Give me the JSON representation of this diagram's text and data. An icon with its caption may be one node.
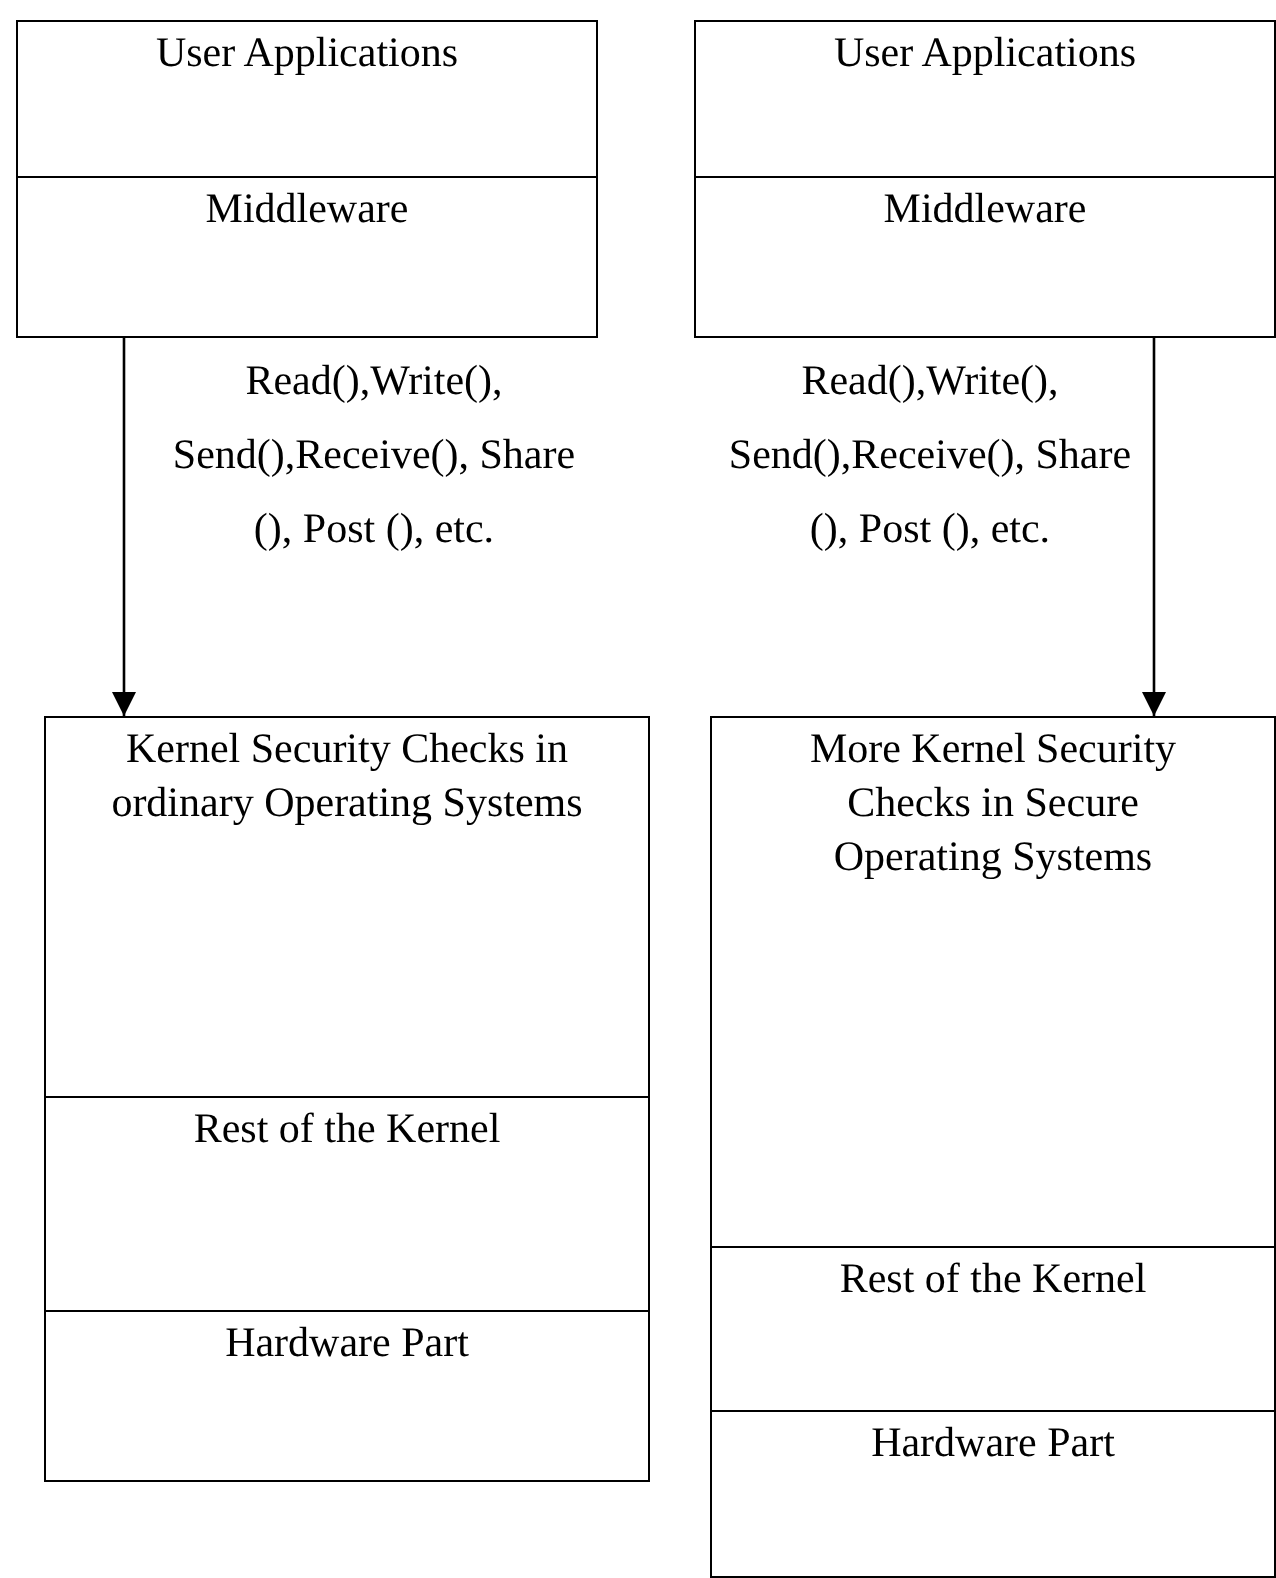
{
  "diagram": {
    "nodes": [
      {
        "text": [
          "User Applications"
        ]
      },
      {
        "text": [
          "Middleware"
        ]
      },
      {
        "text": [
          "Kernel Security Checks in ordinary Operating Systems"
        ]
      },
      {
        "text": [
          "Rest of the Kernel"
        ]
      },
      {
        "text": [
          "Hardware Part"
        ]
      },
      {
        "text": [
          "User Applications"
        ]
      },
      {
        "text": [
          "Middleware"
        ]
      },
      {
        "text": [
          "More Kernel Security Checks in Secure Operating Systems"
        ]
      },
      {
        "text": [
          "Rest of the Kernel"
        ]
      },
      {
        "text": [
          "Hardware Part"
        ]
      }
    ],
    "edges": [
      {
        "from": 1,
        "to": 2,
        "arrow": "to"
      },
      {
        "from": 6,
        "to": 7,
        "arrow": "to"
      }
    ],
    "labels": [
      "Read(),Write(), Send(),Receive(), Share (), Post (), etc.",
      "Read(),Write(), Send(),Receive(), Share (), Post (), etc."
    ]
  }
}
